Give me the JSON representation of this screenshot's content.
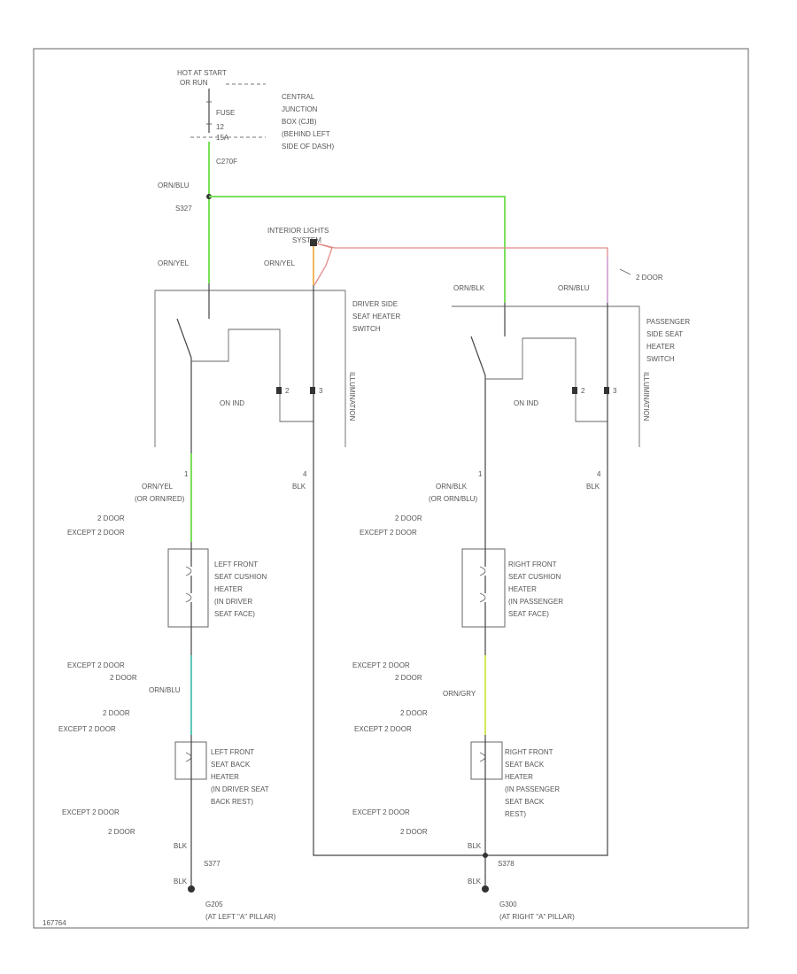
{
  "top": {
    "power_source": "HOT AT START",
    "power_source_2": "OR RUN",
    "fuse_1": "FUSE",
    "fuse_2": "12",
    "fuse_3": "15A",
    "cjb_1": "CENTRAL",
    "cjb_2": "JUNCTION",
    "cjb_3": "BOX (CJB)",
    "cjb_4": "(BEHIND LEFT",
    "cjb_5": "SIDE OF DASH)",
    "connector_c": "C270F",
    "wire_main": "ORN/BLU",
    "splice": "S327"
  },
  "switch_area": {
    "interior_lights_1": "INTERIOR LIGHTS",
    "interior_lights_2": "SYSTEM",
    "driver_wire_1": "ORN/YEL",
    "driver_wire_2": "ORN/YEL",
    "driver_switch_1": "DRIVER SIDE",
    "driver_switch_2": "SEAT HEATER",
    "driver_switch_3": "SWITCH",
    "pass_wire_1": "ORN/BLK",
    "pass_wire_2": "ORN/BLU",
    "two_door_arrow": "2 DOOR",
    "pass_switch_1": "PASSENGER",
    "pass_switch_2": "SIDE SEAT",
    "pass_switch_3": "HEATER",
    "pass_switch_4": "SWITCH",
    "on_ind_left": "ON IND",
    "on_ind_right": "ON IND",
    "illum_left": "ILLUMINATION",
    "illum_right": "ILLUMINATION",
    "pin_2l": "2",
    "pin_3l": "3",
    "pin_2r": "2",
    "pin_3r": "3"
  },
  "left": {
    "pin_1": "1",
    "pin_4": "4",
    "blk_a": "BLK",
    "wire_1": "ORN/YEL",
    "wire_2": "(OR ORN/RED)",
    "two_door_1": "2 DOOR",
    "except_1": "EXCEPT 2 DOOR",
    "cushion_1": "LEFT FRONT",
    "cushion_2": "SEAT CUSHION",
    "cushion_3": "HEATER",
    "cushion_4": "(IN DRIVER",
    "cushion_5": "SEAT FACE)",
    "except_2": "EXCEPT 2 DOOR",
    "two_door_2": "2 DOOR",
    "wire_3": "ORN/BLU",
    "two_door_3": "2 DOOR",
    "except_3": "EXCEPT 2 DOOR",
    "back_1": "LEFT FRONT",
    "back_2": "SEAT BACK",
    "back_3": "HEATER",
    "back_4": "(IN DRIVER SEAT",
    "back_5": "BACK REST)",
    "except_4": "EXCEPT 2 DOOR",
    "two_door_4": "2 DOOR",
    "blk_b": "BLK",
    "splice": "S377",
    "blk_c": "BLK",
    "ground_1": "G205",
    "ground_2": "(AT LEFT \"A\" PILLAR)"
  },
  "right": {
    "pin_1": "1",
    "pin_4": "4",
    "blk_a": "BLK",
    "wire_1": "ORN/BLK",
    "wire_2": "(OR ORN/BLU)",
    "two_door_1": "2 DOOR",
    "except_1": "EXCEPT 2 DOOR",
    "cushion_1": "RIGHT FRONT",
    "cushion_2": "SEAT CUSHION",
    "cushion_3": "HEATER",
    "cushion_4": "(IN PASSENGER",
    "cushion_5": "SEAT FACE)",
    "except_2": "EXCEPT 2 DOOR",
    "two_door_2": "2 DOOR",
    "wire_3": "ORN/GRY",
    "two_door_3": "2 DOOR",
    "except_3": "EXCEPT 2 DOOR",
    "back_1": "RIGHT FRONT",
    "back_2": "SEAT BACK",
    "back_3": "HEATER",
    "back_4": "(IN PASSENGER",
    "back_5": "SEAT BACK",
    "back_6": "REST)",
    "except_4": "EXCEPT 2 DOOR",
    "two_door_4": "2 DOOR",
    "blk_b": "BLK",
    "splice": "S378",
    "blk_c": "BLK",
    "ground_1": "G300",
    "ground_2": "(AT RIGHT \"A\" PILLAR)"
  },
  "footer": {
    "figure_id": "167764"
  }
}
